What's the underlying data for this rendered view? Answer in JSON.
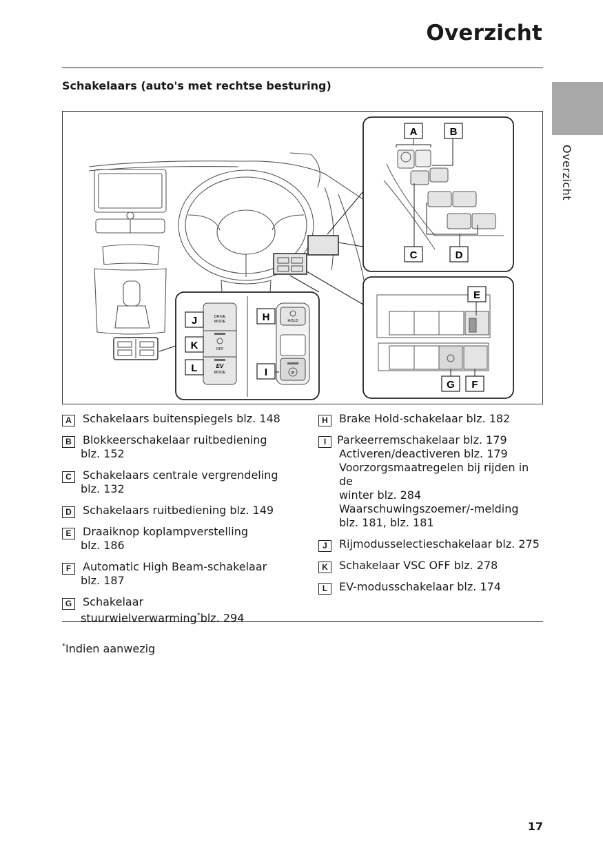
{
  "header": {
    "title": "Overzicht"
  },
  "section": {
    "heading": "Schakelaars (auto's met rechtse besturing)"
  },
  "side_tab": {
    "label": "Overzicht"
  },
  "figure": {
    "callouts": {
      "A": "A",
      "B": "B",
      "C": "C",
      "D": "D",
      "E": "E",
      "F": "F",
      "G": "G",
      "H": "H",
      "I": "I",
      "J": "J",
      "K": "K",
      "L": "L"
    },
    "switch_texts": {
      "drive": "DRIVE",
      "mode": "MODE",
      "off": "OFF",
      "ev": "EV",
      "ev_mode": "MODE",
      "hold": "HOLD",
      "parking": "P"
    }
  },
  "legend_left": [
    {
      "code": "A",
      "text": "Schakelaars buitenspiegels blz. 148",
      "cont": ""
    },
    {
      "code": "B",
      "text": "Blokkeerschakelaar ruitbediening",
      "cont": "blz. 152"
    },
    {
      "code": "C",
      "text": "Schakelaars centrale vergrendeling",
      "cont": "blz. 132"
    },
    {
      "code": "D",
      "text": "Schakelaars ruitbediening blz. 149",
      "cont": ""
    },
    {
      "code": "E",
      "text": "Draaiknop koplampverstelling",
      "cont": "blz. 186"
    },
    {
      "code": "F",
      "text": "Automatic High Beam-schakelaar",
      "cont": "blz. 187"
    },
    {
      "code": "G",
      "text": "Schakelaar",
      "cont_a": "stuurwielverwarming",
      "sup": "*",
      "cont_b": "blz. 294"
    }
  ],
  "legend_right": [
    {
      "code": "H",
      "text": "Brake Hold-schakelaar blz. 182"
    },
    {
      "code": "I",
      "text": "Parkeerremschakelaar blz. 179",
      "subs": [
        "Activeren/deactiveren blz. 179",
        "Voorzorgsmaatregelen bij rijden in de",
        "winter blz. 284",
        "Waarschuwingszoemer/-melding",
        "blz. 181, blz. 181"
      ]
    },
    {
      "code": "J",
      "text": "Rijmodusselectieschakelaar blz. 275"
    },
    {
      "code": "K",
      "text": "Schakelaar VSC OFF blz. 278"
    },
    {
      "code": "L",
      "text": "EV-modusschakelaar blz. 174"
    }
  ],
  "footnote": {
    "marker": "*",
    "text": "Indien aanwezig"
  },
  "page": {
    "number": "17"
  }
}
